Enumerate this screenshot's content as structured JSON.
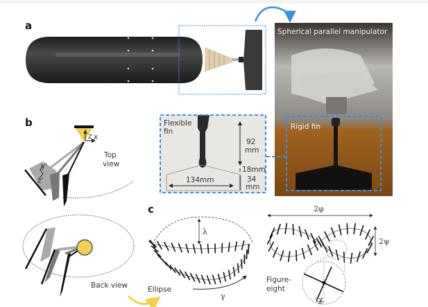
{
  "panels": {
    "a": {
      "label": "a",
      "photo_caption": "Spherical parallel manipulator",
      "rigid_fin_label": "Rigid fin"
    },
    "flexible_fin": {
      "title_line1": "Flexible",
      "title_line2": "fin",
      "dim_height_value": "92",
      "dim_height_unit": "mm",
      "dim_neck": "18mm",
      "dim_tip_value": "34",
      "dim_tip_unit": "mm",
      "dim_width": "134mm"
    },
    "b": {
      "label": "b",
      "top_view_line1": "Top",
      "top_view_line2": "view",
      "back_view": "Back view",
      "axis_z": "z",
      "axis_x": "x",
      "axis_y_prime": "y'",
      "axis_z_prime": "z'"
    },
    "c": {
      "label": "c",
      "ellipse_label": "Ellipse",
      "lambda": "λ",
      "gamma": "γ",
      "figure_eight_line1": "Figure-",
      "figure_eight_line2": "eight",
      "two_phi": "2φ",
      "two_psi": "2ψ",
      "chi": "χ"
    }
  },
  "colors": {
    "highlight_blue": "#3b8fe0",
    "accent_yellow": "#f2d24a",
    "hull": "#2e2e2e",
    "water": "#8a5418"
  }
}
